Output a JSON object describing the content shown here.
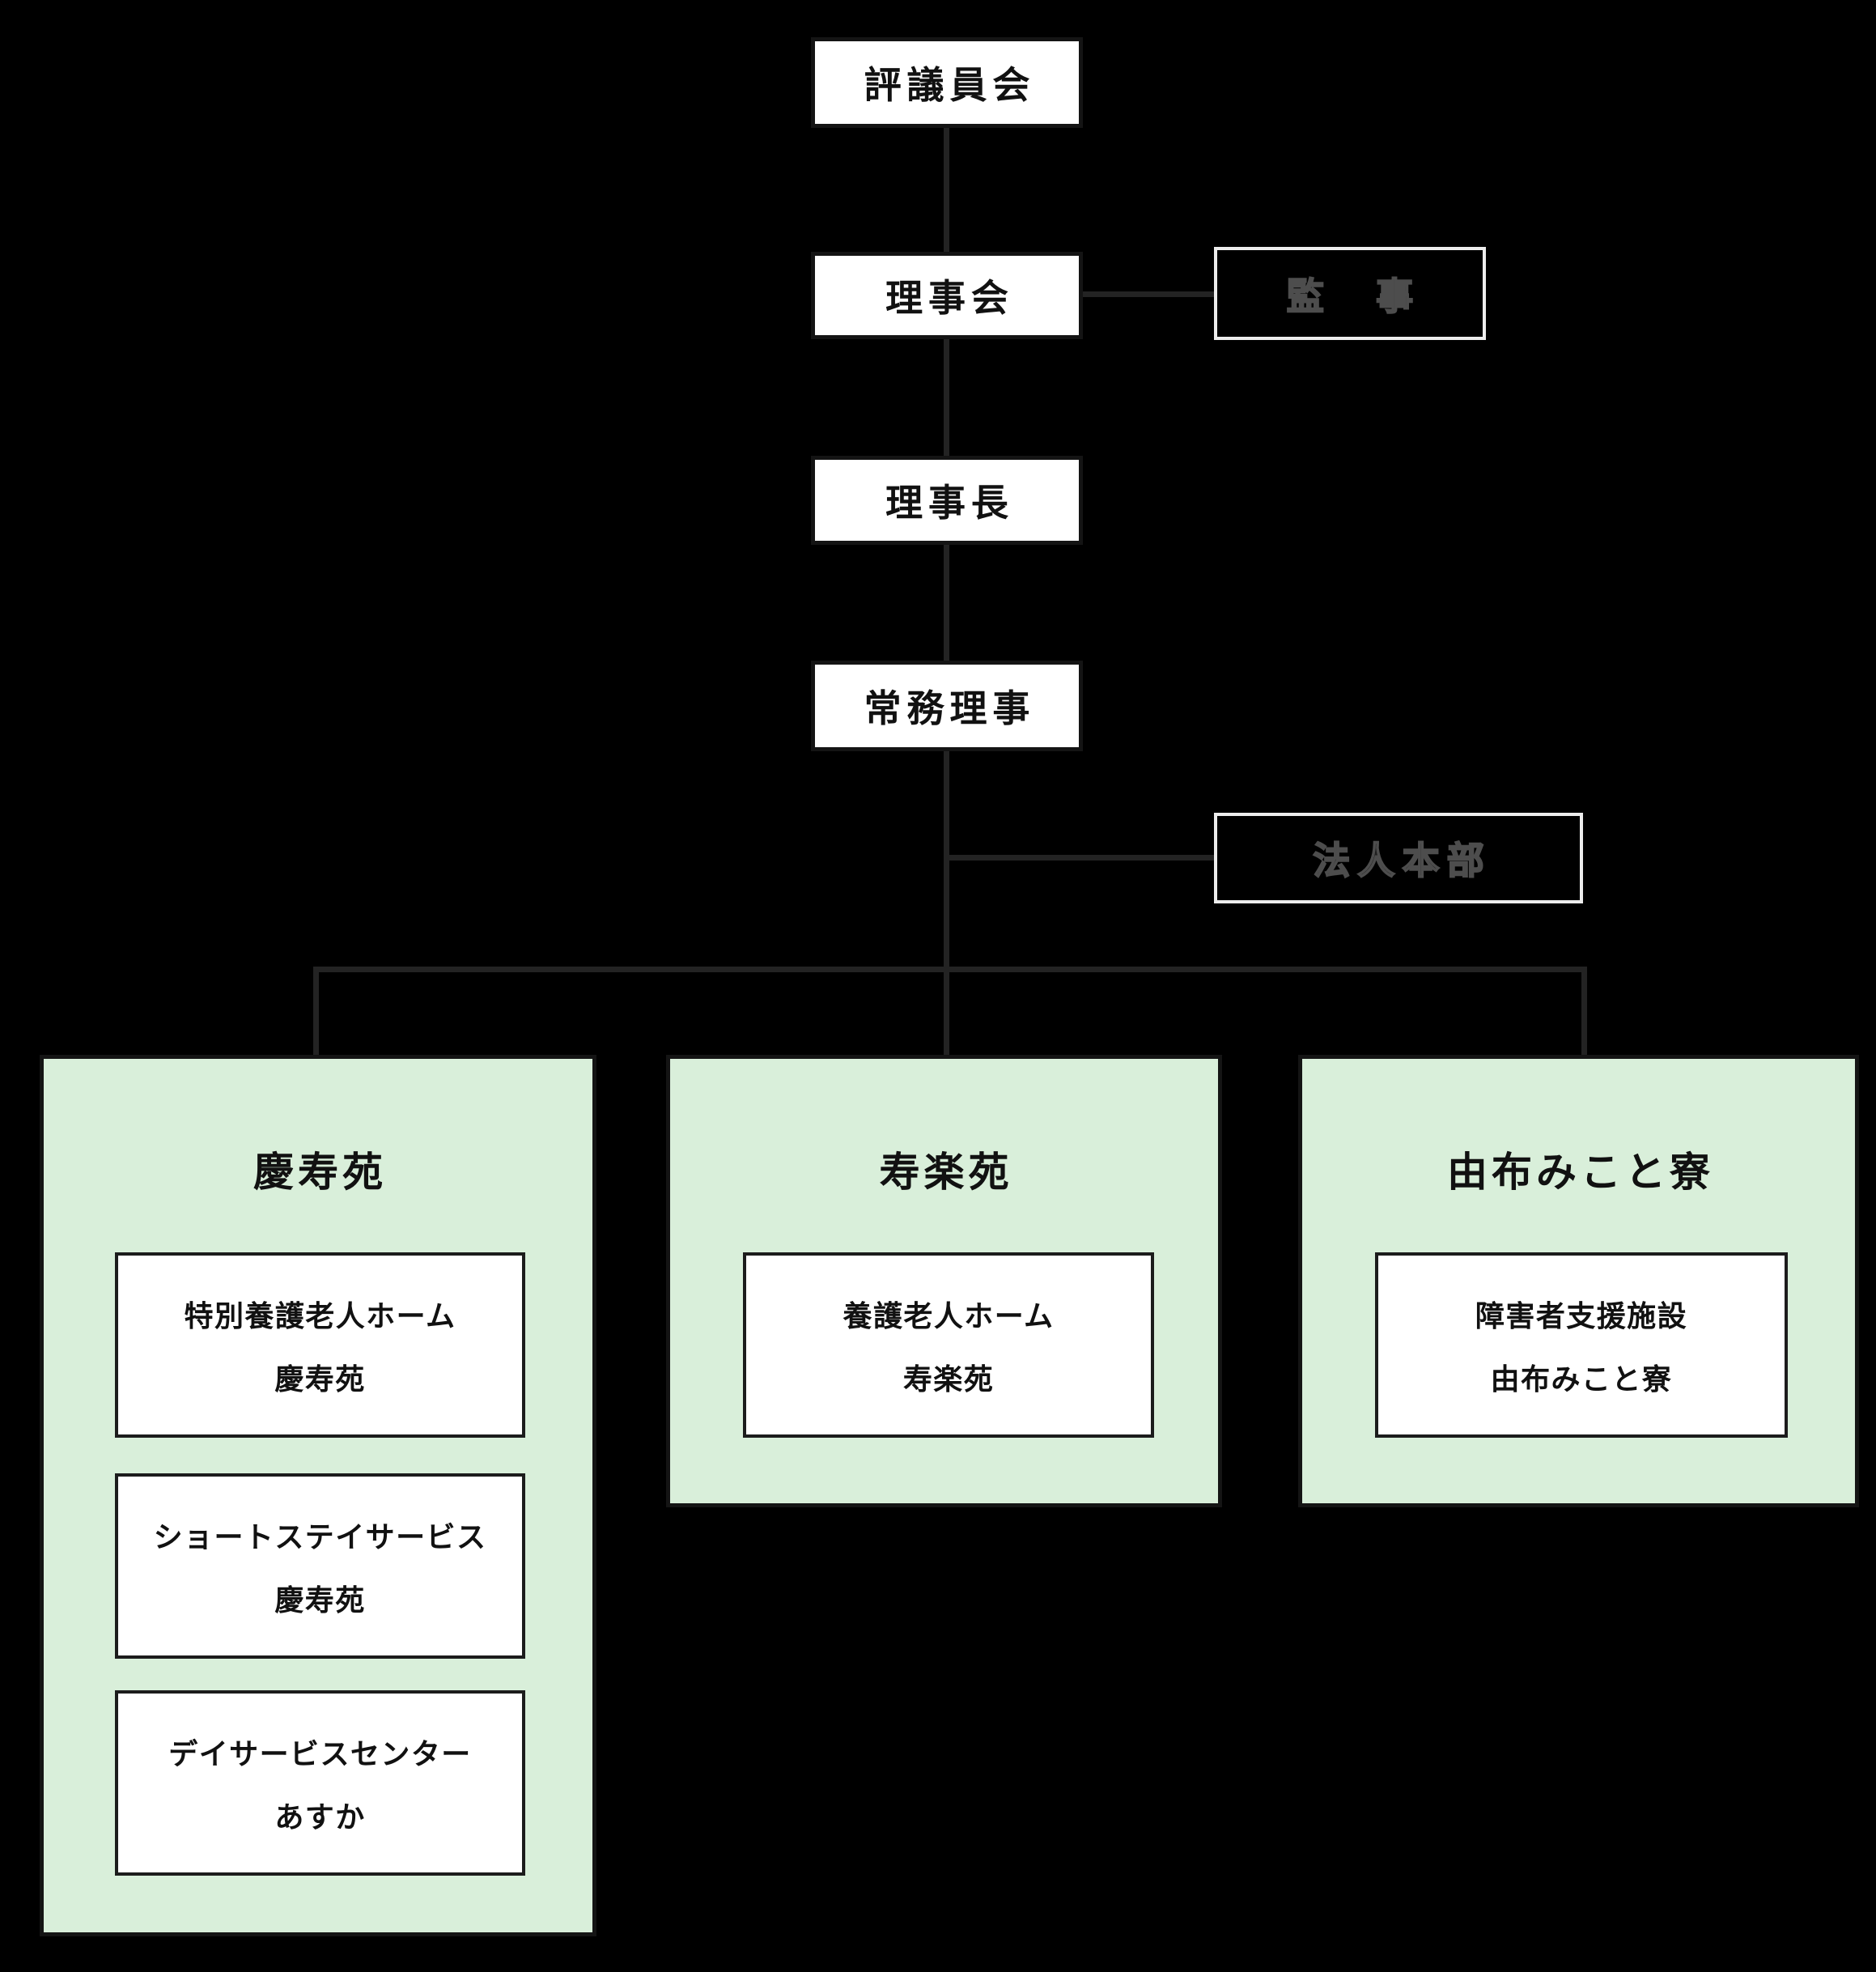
{
  "diagram": {
    "type": "org-chart",
    "nodes": {
      "council": {
        "label": "評議員会"
      },
      "board": {
        "label": "理事会"
      },
      "auditor": {
        "label": "監　事"
      },
      "chairman": {
        "label": "理事長"
      },
      "managing_director": {
        "label": "常務理事"
      },
      "headquarters": {
        "label": "法人本部"
      }
    },
    "facilities": [
      {
        "title": "慶寿苑",
        "items": [
          {
            "line1": "特別養護老人ホーム",
            "line2": "慶寿苑"
          },
          {
            "line1": "ショートステイサービス",
            "line2": "慶寿苑"
          },
          {
            "line1": "デイサービスセンター",
            "line2": "あすか"
          }
        ]
      },
      {
        "title": "寿楽苑",
        "items": [
          {
            "line1": "養護老人ホーム",
            "line2": "寿楽苑"
          }
        ]
      },
      {
        "title": "由布みこと寮",
        "items": [
          {
            "line1": "障害者支援施設",
            "line2": "由布みこと寮"
          }
        ]
      }
    ],
    "colors": {
      "background": "#000000",
      "node_fill": "#ffffff",
      "node_text": "#111111",
      "node_border": "#141414",
      "connector": "#232323",
      "ghost_border": "#ededed",
      "ghost_text": "#1f1f1f",
      "ghost_stroke": "#4d4d4d",
      "facility_fill": "#d9efda",
      "facility_border": "#141414",
      "sub_fill": "#ffffff",
      "sub_border": "#1c1c1c",
      "sub_text": "#111111"
    }
  }
}
